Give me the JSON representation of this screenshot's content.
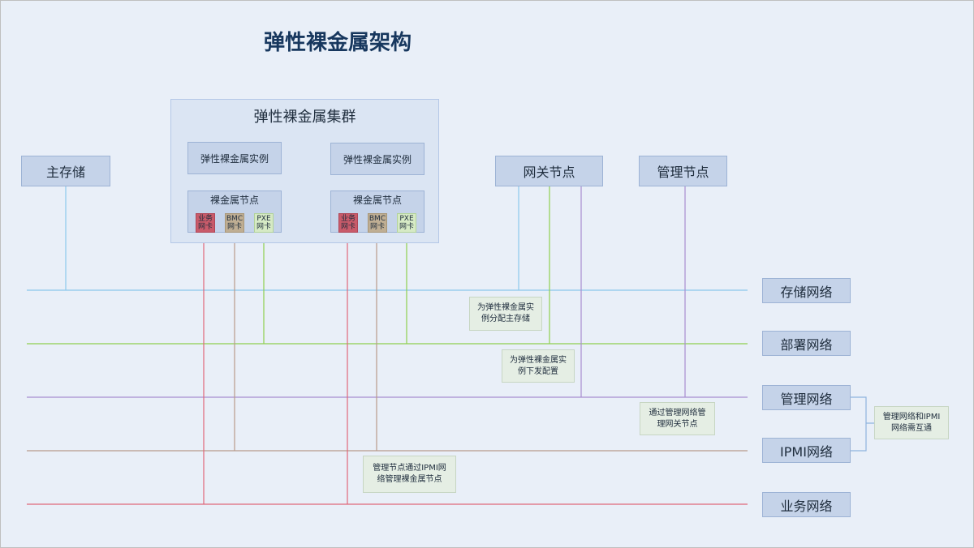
{
  "title": "弹性裸金属架构",
  "cluster": {
    "title": "弹性裸金属集群",
    "instance_left": "弹性裸金属实例",
    "instance_right": "弹性裸金属实例",
    "node_left": "裸金属节点",
    "node_right": "裸金属节点",
    "nics": {
      "service": [
        "业务",
        "网卡"
      ],
      "bmc": [
        "BMC",
        "网卡"
      ],
      "pxe": [
        "PXE",
        "网卡"
      ]
    }
  },
  "nodes": {
    "primary_storage": "主存储",
    "gateway_node": "网关节点",
    "management_node": "管理节点"
  },
  "networks": {
    "storage": "存储网络",
    "deploy": "部署网络",
    "management": "管理网络",
    "ipmi": "IPMI网络",
    "service": "业务网络"
  },
  "notes": {
    "storage_alloc": [
      "为弹性裸金属实",
      "例分配主存储"
    ],
    "deploy_config": [
      "为弹性裸金属实",
      "例下发配置"
    ],
    "mgmt_gateway": [
      "通过管理网络管",
      "理网关节点"
    ],
    "ipmi_manage": [
      "管理节点通过IPMI网",
      "络管理裸金属节点"
    ],
    "mgmt_ipmi": [
      "管理网络和IPMI",
      "网络需互通"
    ]
  },
  "colors": {
    "storage": "#8cc8ec",
    "deploy": "#8fcf4f",
    "management": "#a98ed0",
    "ipmi": "#b89a8a",
    "service": "#e0677a",
    "arrow": "#2f4f7a",
    "bracket": "#8fb3dd"
  }
}
